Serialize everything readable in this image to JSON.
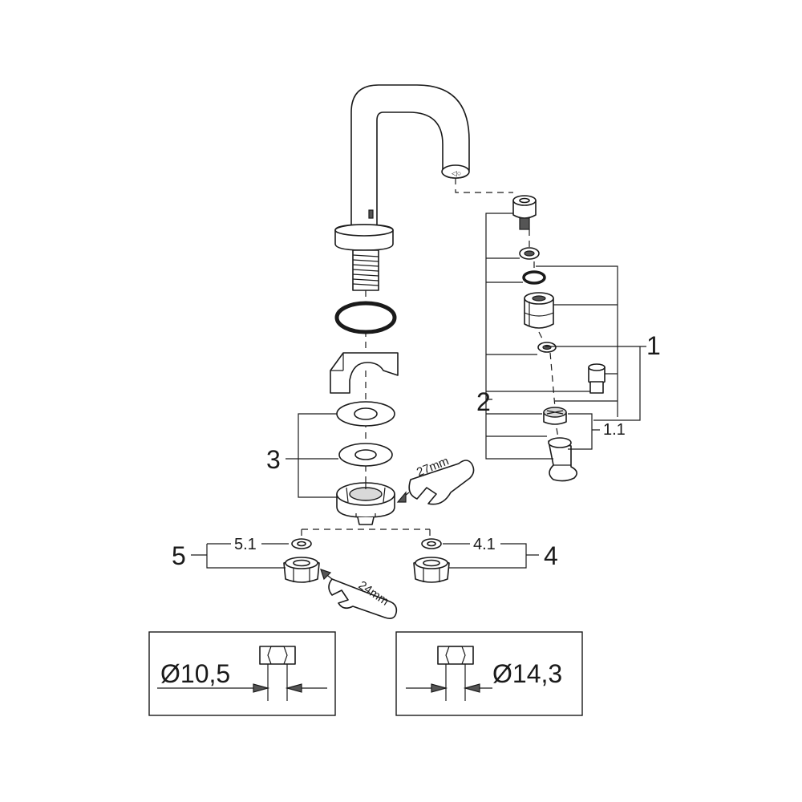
{
  "labels": {
    "p1": "1",
    "p1_1": "1.1",
    "p2": "2",
    "p3": "3",
    "p4": "4",
    "p4_1": "4.1",
    "p5": "5",
    "p5_1": "5.1"
  },
  "wrenches": {
    "large": "27mm",
    "small": "24mm"
  },
  "dimensions": {
    "left": "Ø10,5",
    "right": "Ø14,3"
  },
  "colors": {
    "line": "#1a1a1a",
    "shade": "#d9d9d9",
    "background": "#ffffff"
  }
}
